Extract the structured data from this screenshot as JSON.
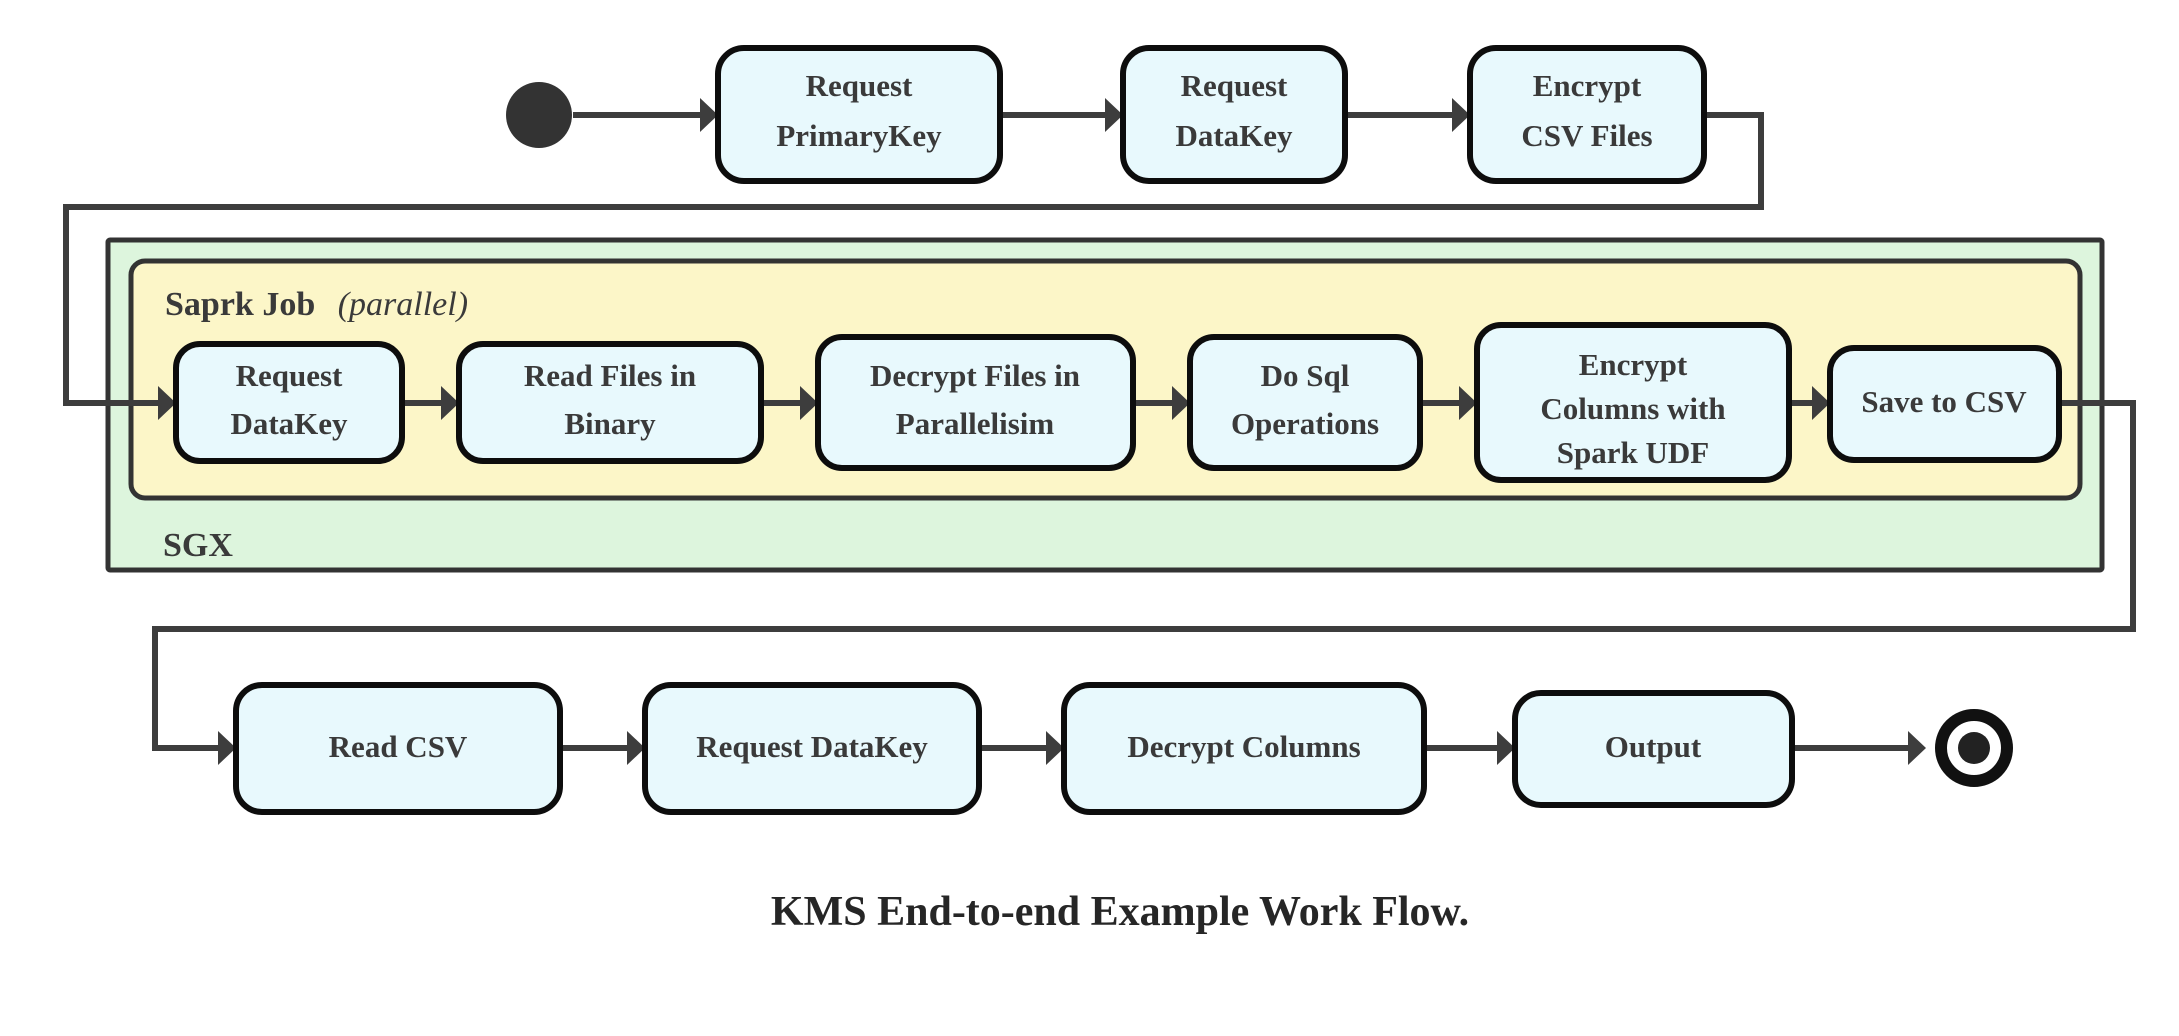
{
  "diagram": {
    "caption": "KMS End-to-end Example Work Flow.",
    "colors": {
      "node_fill": "#e8f9fd",
      "node_stroke": "#0d0d0d",
      "sgx_fill": "#ddf5dd",
      "spark_fill": "#fcf6c8",
      "edge": "#3d3d3d",
      "text": "#3a3a3a",
      "background": "#ffffff"
    },
    "containers": {
      "sgx": {
        "label": "SGX"
      },
      "spark": {
        "label_bold": "Saprk Job",
        "label_italic": "(parallel)"
      }
    },
    "markers": {
      "start": "start-node",
      "end": "end-node"
    },
    "rows": {
      "top": [
        {
          "id": "request-primarykey",
          "line1": "Request",
          "line2": "PrimaryKey"
        },
        {
          "id": "request-datakey-top",
          "line1": "Request",
          "line2": "DataKey"
        },
        {
          "id": "encrypt-csv-files",
          "line1": "Encrypt",
          "line2": "CSV Files"
        }
      ],
      "spark": [
        {
          "id": "request-datakey-spark",
          "line1": "Request",
          "line2": "DataKey",
          "line3": ""
        },
        {
          "id": "read-files-in-binary",
          "line1": "Read Files in",
          "line2": "Binary",
          "line3": ""
        },
        {
          "id": "decrypt-files-in-parallelisim",
          "line1": "Decrypt Files in",
          "line2": "Parallelisim",
          "line3": ""
        },
        {
          "id": "do-sql-operations",
          "line1": "Do Sql",
          "line2": "Operations",
          "line3": ""
        },
        {
          "id": "encrypt-columns-with-spark-udf",
          "line1": "Encrypt",
          "line2": "Columns with",
          "line3": "Spark UDF"
        },
        {
          "id": "save-to-csv",
          "line1": "Save to CSV",
          "line2": "",
          "line3": ""
        }
      ],
      "bottom": [
        {
          "id": "read-csv",
          "line1": "Read CSV",
          "line2": ""
        },
        {
          "id": "request-datakey-bottom",
          "line1": "Request DataKey",
          "line2": ""
        },
        {
          "id": "decrypt-columns",
          "line1": "Decrypt Columns",
          "line2": ""
        },
        {
          "id": "output",
          "line1": "Output",
          "line2": ""
        }
      ]
    }
  }
}
